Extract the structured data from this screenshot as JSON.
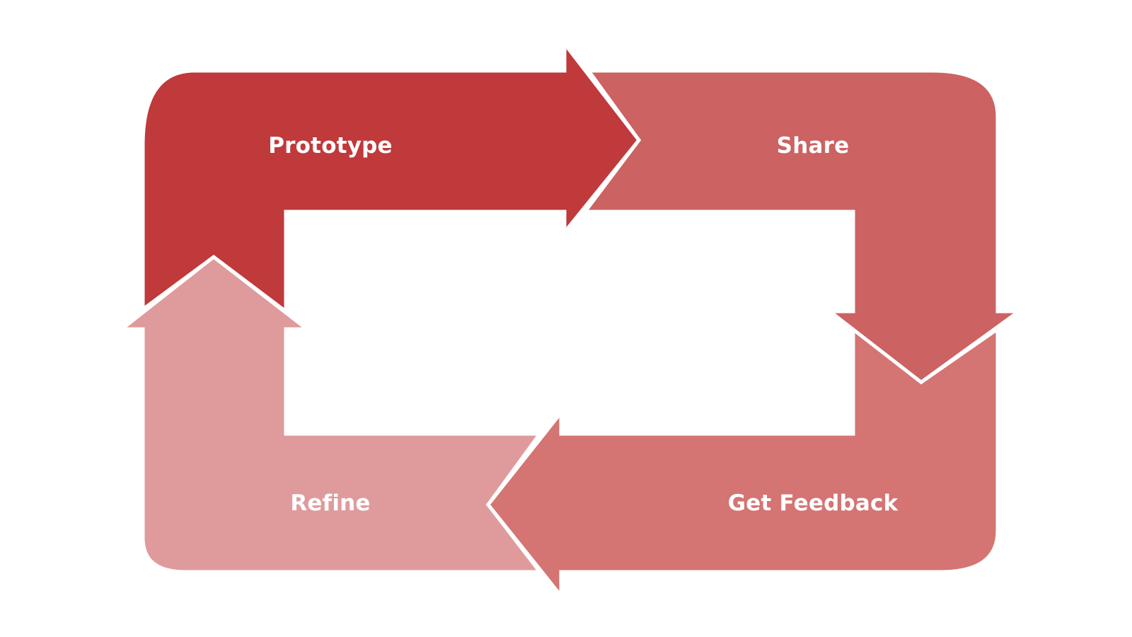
{
  "diagram": {
    "type": "cycle",
    "steps": [
      {
        "id": "prototype",
        "label": "Prototype",
        "color": "#c0393b"
      },
      {
        "id": "share",
        "label": "Share",
        "color": "#cc6262"
      },
      {
        "id": "feedback",
        "label": "Get Feedback",
        "color": "#d47473"
      },
      {
        "id": "refine",
        "label": "Refine",
        "color": "#df9b9c"
      }
    ]
  }
}
